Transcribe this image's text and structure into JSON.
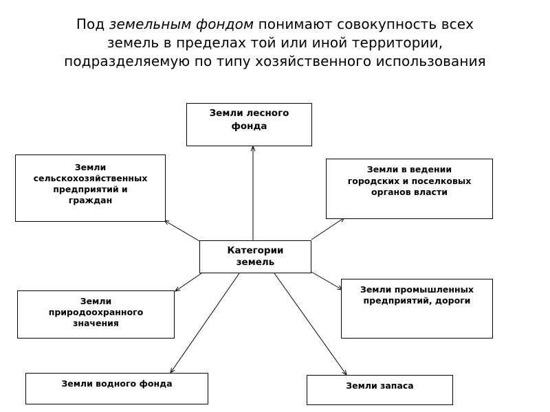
{
  "heading": {
    "line1_before": "Под ",
    "line1_italic": "земельным фондом",
    "line1_after": " понимают совокупность всех",
    "line2": "земель в пределах той или иной территории,",
    "line3": "подразделяемую по типу хозяйственного использования"
  },
  "diagram": {
    "center": {
      "lines": [
        "Категории",
        "земель"
      ]
    },
    "forest": {
      "lines": [
        "Земли лесного",
        "фонда"
      ]
    },
    "agricultural": {
      "lines": [
        "Земли",
        "сельскохозяйственных",
        "предприятий и",
        "граждан"
      ]
    },
    "municipal": {
      "lines": [
        "Земли в ведении",
        "городских и поселковых",
        "органов власти"
      ]
    },
    "nature_protection": {
      "lines": [
        "Земли",
        "природоохранного",
        "значения"
      ]
    },
    "industrial": {
      "lines": [
        "Земли промышленных",
        "предприятий, дороги"
      ]
    },
    "water": {
      "lines": [
        "Земли водного фонда"
      ]
    },
    "reserve": {
      "lines": [
        "Земли запаса"
      ]
    }
  },
  "colors": {
    "line": "#000000",
    "box_border": "#000000",
    "background": "#ffffff"
  }
}
